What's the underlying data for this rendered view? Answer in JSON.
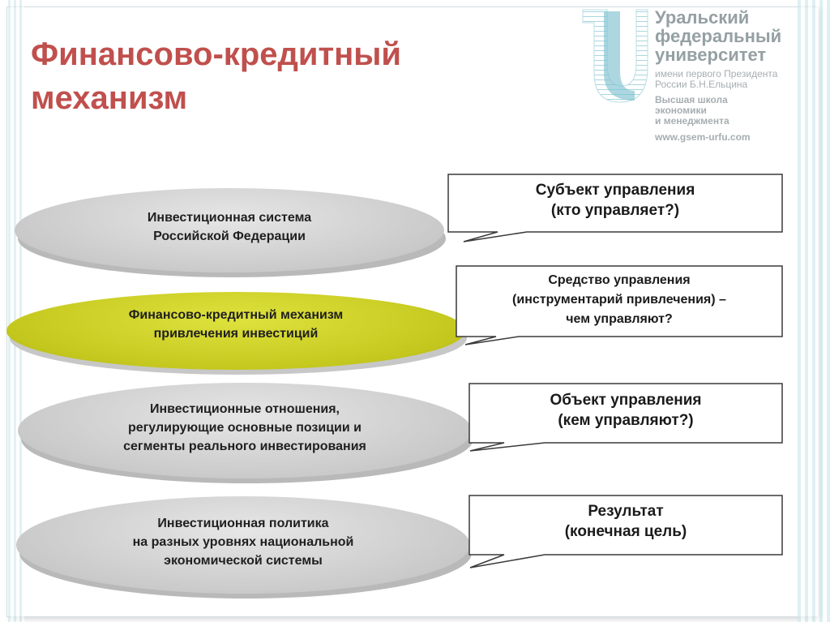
{
  "slide": {
    "title_line1": "Финансово-кредитный",
    "title_line2": "механизм",
    "accent_color": "#c0504d"
  },
  "logo": {
    "icon": "urfu-u-logo-icon",
    "name_line1": "Уральский",
    "name_line2": "федеральный",
    "name_line3": "университет",
    "sub_line1": "имени первого Президента",
    "sub_line2": "России Б.Н.Ельцина",
    "school_line1": "Высшая школа",
    "school_line2": "экономики",
    "school_line3": "и менеджмента",
    "url": "www.gsem-urfu.com"
  },
  "levels": [
    {
      "line1": "Инвестиционная система",
      "line2": "Российской Федерации",
      "line3": "",
      "color": "#d0d0d0",
      "highlight": false
    },
    {
      "line1": "Финансово-кредитный механизм",
      "line2": "привлечения инвестиций",
      "line3": "",
      "color": "#c4c81e",
      "highlight": true
    },
    {
      "line1": "Инвестиционные отношения,",
      "line2": "регулирующие основные позиции и",
      "line3": "сегменты реального инвестирования",
      "color": "#d0d0d0",
      "highlight": false
    },
    {
      "line1": "Инвестиционная политика",
      "line2": "на разных уровнях национальной",
      "line3": "экономической системы",
      "color": "#d0d0d0",
      "highlight": false
    }
  ],
  "callouts": [
    {
      "line1": "Субъект управления",
      "line2": "(кто управляет?)",
      "line3": ""
    },
    {
      "line1": "Средство управления",
      "line2": "(инструментарий привлечения) –",
      "line3": "чем управляют?"
    },
    {
      "line1": "Объект управления",
      "line2": "(кем управляют?)",
      "line3": ""
    },
    {
      "line1": "Результат",
      "line2": "(конечная цель)",
      "line3": ""
    }
  ]
}
